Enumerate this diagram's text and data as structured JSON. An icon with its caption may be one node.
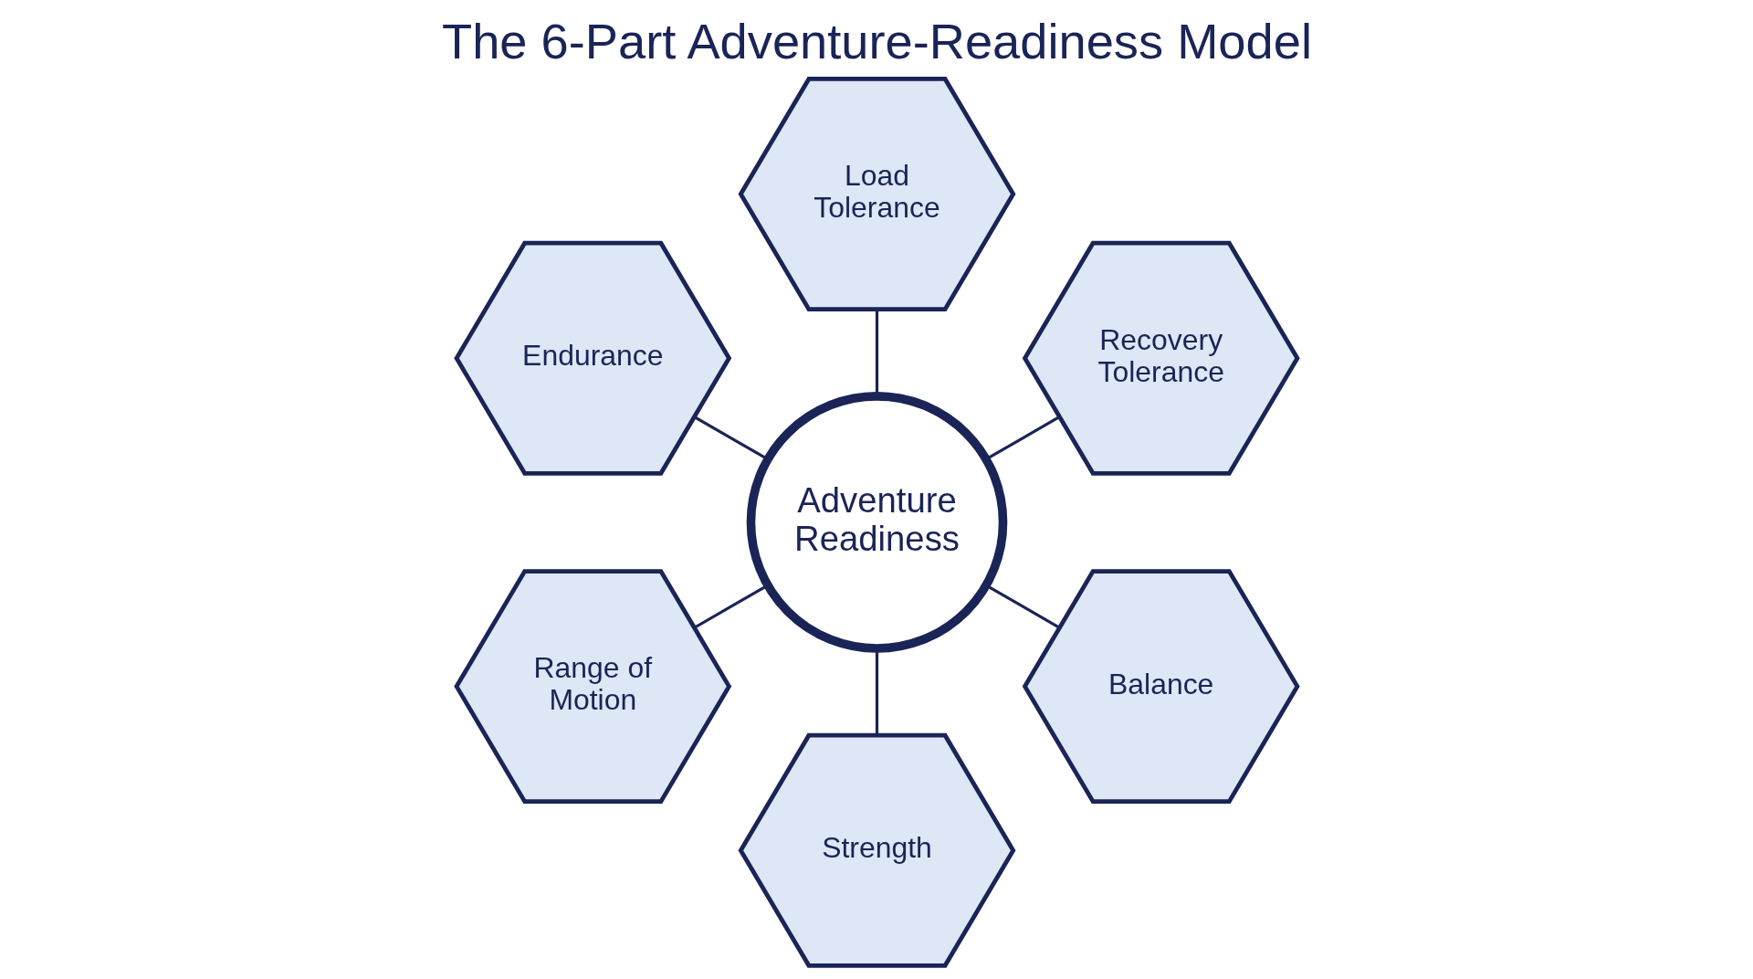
{
  "diagram": {
    "title": "The 6-Part Adventure-Readiness Model",
    "nodes": [
      {
        "text": [
          "Adventure Readiness"
        ]
      },
      {
        "text": [
          "Recovery Tolerance"
        ]
      },
      {
        "text": [
          "Load Tolerance"
        ]
      },
      {
        "text": [
          "Endurance"
        ]
      },
      {
        "text": [
          "Range of Motion"
        ]
      },
      {
        "text": [
          "Strength"
        ]
      },
      {
        "text": [
          "Balance"
        ]
      }
    ],
    "edges": [
      {
        "from": 0,
        "to": 1,
        "arrow": "none"
      },
      {
        "from": 0,
        "to": 2,
        "arrow": "none"
      },
      {
        "from": 0,
        "to": 3,
        "arrow": "none"
      },
      {
        "from": 0,
        "to": 4,
        "arrow": "none"
      },
      {
        "from": 0,
        "to": 5,
        "arrow": "none"
      },
      {
        "from": 0,
        "to": 6,
        "arrow": "none"
      }
    ]
  }
}
